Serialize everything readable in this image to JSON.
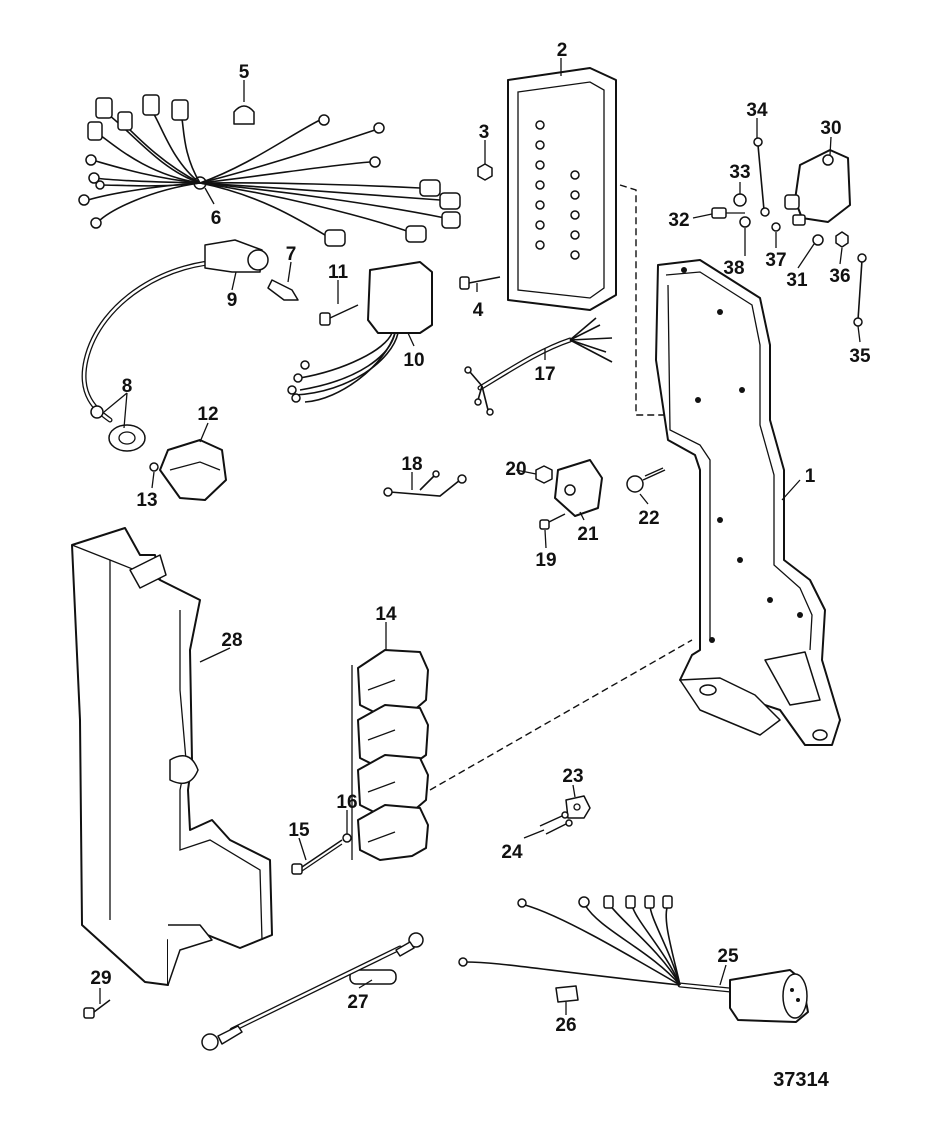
{
  "figure": {
    "number": "37314",
    "callouts": [
      {
        "id": "c1",
        "label": "1"
      },
      {
        "id": "c2",
        "label": "2"
      },
      {
        "id": "c3",
        "label": "3"
      },
      {
        "id": "c4",
        "label": "4"
      },
      {
        "id": "c5",
        "label": "5"
      },
      {
        "id": "c6",
        "label": "6"
      },
      {
        "id": "c7",
        "label": "7"
      },
      {
        "id": "c8",
        "label": "8"
      },
      {
        "id": "c9",
        "label": "9"
      },
      {
        "id": "c10",
        "label": "10"
      },
      {
        "id": "c11",
        "label": "11"
      },
      {
        "id": "c12",
        "label": "12"
      },
      {
        "id": "c13",
        "label": "13"
      },
      {
        "id": "c14",
        "label": "14"
      },
      {
        "id": "c15",
        "label": "15"
      },
      {
        "id": "c16",
        "label": "16"
      },
      {
        "id": "c17",
        "label": "17"
      },
      {
        "id": "c18",
        "label": "18"
      },
      {
        "id": "c19",
        "label": "19"
      },
      {
        "id": "c20",
        "label": "20"
      },
      {
        "id": "c21",
        "label": "21"
      },
      {
        "id": "c22",
        "label": "22"
      },
      {
        "id": "c23",
        "label": "23"
      },
      {
        "id": "c24",
        "label": "24"
      },
      {
        "id": "c25",
        "label": "25"
      },
      {
        "id": "c26",
        "label": "26"
      },
      {
        "id": "c27",
        "label": "27"
      },
      {
        "id": "c28",
        "label": "28"
      },
      {
        "id": "c29",
        "label": "29"
      },
      {
        "id": "c30",
        "label": "30"
      },
      {
        "id": "c31",
        "label": "31"
      },
      {
        "id": "c32",
        "label": "32"
      },
      {
        "id": "c33",
        "label": "33"
      },
      {
        "id": "c34",
        "label": "34"
      },
      {
        "id": "c35",
        "label": "35"
      },
      {
        "id": "c36",
        "label": "36"
      },
      {
        "id": "c37",
        "label": "37"
      },
      {
        "id": "c38",
        "label": "38"
      }
    ]
  }
}
